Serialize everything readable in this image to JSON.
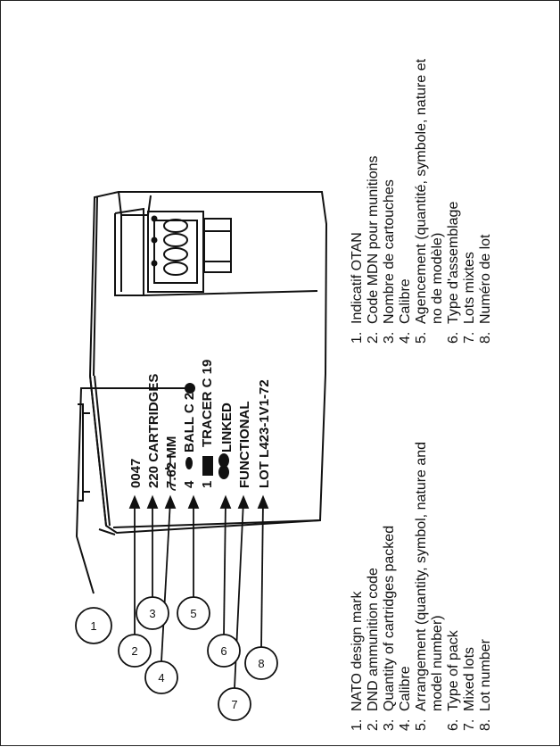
{
  "box_markings": [
    "0047",
    "220 CARTRIDGES",
    "7.62 MM",
    "4",
    "BALL C 21",
    "1",
    "TRACER C 19",
    "LINKED",
    "FUNCTIONAL",
    "LOT L423-1V1-72"
  ],
  "callouts": [
    "1",
    "2",
    "3",
    "4",
    "5",
    "6",
    "7",
    "8"
  ],
  "legend_en": [
    {
      "num": "1.",
      "text": "NATO design mark"
    },
    {
      "num": "2.",
      "text": "DND ammunition code"
    },
    {
      "num": "3.",
      "text": "Quantity of cartridges packed"
    },
    {
      "num": "4.",
      "text": "Calibre"
    },
    {
      "num": "5.",
      "text": "Arrangement (quantity, symbol, nature and"
    },
    {
      "num": "",
      "text": "model number)"
    },
    {
      "num": "6.",
      "text": "Type of pack"
    },
    {
      "num": "7.",
      "text": "Mixed lots"
    },
    {
      "num": "8.",
      "text": "Lot number"
    }
  ],
  "legend_fr": [
    {
      "num": "1.",
      "text": "Indicatif OTAN"
    },
    {
      "num": "2.",
      "text": "Code MDN pour munitions"
    },
    {
      "num": "3.",
      "text": "Nombre de cartouches"
    },
    {
      "num": "4.",
      "text": "Calibre"
    },
    {
      "num": "5.",
      "text": "Agencement (quantité, symbole, nature et"
    },
    {
      "num": "",
      "text": "no de modèle)"
    },
    {
      "num": "6.",
      "text": "Type d'assemblage"
    },
    {
      "num": "7.",
      "text": "Lots mixtes"
    },
    {
      "num": "8.",
      "text": "Numéro de lot"
    }
  ]
}
